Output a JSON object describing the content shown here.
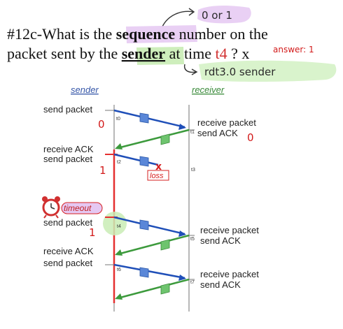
{
  "question": {
    "prefix": "#12c-What is the ",
    "word_sequence": "sequence",
    "after_sequence": " number on the",
    "line2_prefix": "packet sent by the ",
    "word_sender": "sender",
    "line2_middle": " at time ",
    "time_label": "t4",
    "line2_suffix": " ? x"
  },
  "annotations": {
    "top_note": "0 or 1",
    "answer": "answer: 1",
    "rdt_note": "rdt3.0 sender",
    "seq_zero_sender": "0",
    "seq_zero_ack": "0",
    "seq_one_a": "1",
    "seq_one_b": "1"
  },
  "diagram": {
    "sender_header": "sender",
    "receiver_header": "receiver",
    "sender_labels": {
      "send1": "send packet",
      "recv_ack1": "receive ACK",
      "send2": "send packet",
      "timeout": "timeout",
      "send3": "send packet",
      "recv_ack2": "receive ACK",
      "send4": "send packet"
    },
    "receiver_labels": {
      "recv1": "receive packet",
      "ack1": "send ACK",
      "recv2": "receive packet",
      "ack2": "send ACK",
      "recv3": "receive packet",
      "ack3": "send ACK"
    },
    "loss_label": "loss",
    "times": {
      "t0": "t0",
      "t1": "t1",
      "t2": "t2",
      "t3": "t3",
      "t4": "t4",
      "t5": "t5",
      "t6": "t6",
      "t7": "t7"
    },
    "colors": {
      "packet_blue": "#1f4fb8",
      "ack_green": "#3c9a3c",
      "highlight_red": "#e53030",
      "header_blue": "#3556a8",
      "header_green": "#3a8a3a",
      "highlight_purple": "#e5c8f2",
      "highlight_green": "#d7f2c9",
      "loss_red": "#d62020"
    }
  }
}
